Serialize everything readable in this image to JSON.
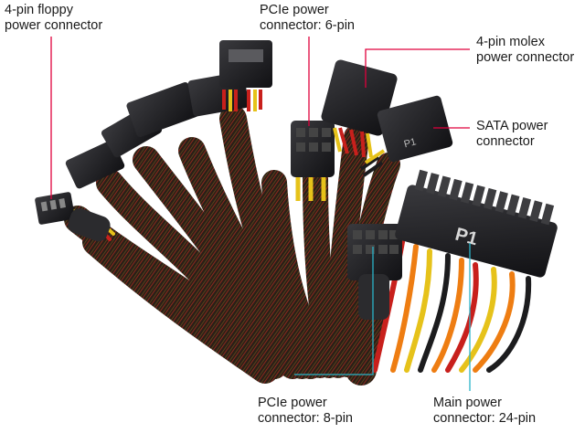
{
  "labels": {
    "floppy": "4-pin floppy\npower connector",
    "pcie6": "PCIe power\nconnector: 6-pin",
    "molex": "4-pin molex\npower connector",
    "sata": "SATA power\nconnector",
    "pcie8": "PCIe power\nconnector: 8-pin",
    "main24": "Main power\nconnector: 24-pin"
  },
  "connector_marks": {
    "p1": "P1",
    "p1_sata": "P1"
  },
  "colors": {
    "leader": "#e0003c",
    "leader_alt": "#2ab3c8",
    "connector_black": "#1c1c1e",
    "wire_red": "#c8201c",
    "wire_yellow": "#e6c21a",
    "wire_orange": "#ee7d12"
  }
}
